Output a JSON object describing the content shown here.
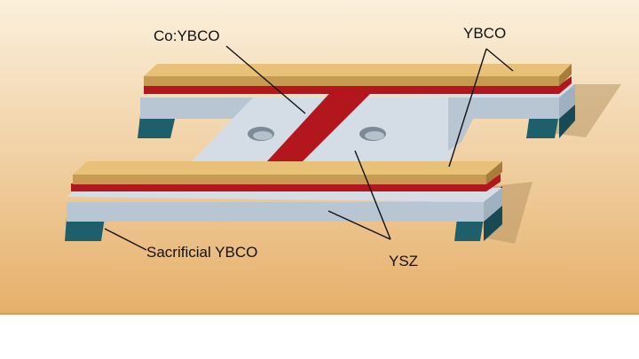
{
  "labels": {
    "co_ybco": "Co:YBCO",
    "ybco": "YBCO",
    "sacrificial_ybco": "Sacrificial YBCO",
    "ysz": "YSZ"
  },
  "colors": {
    "background_top": "#fbf0dc",
    "background_bottom": "#e6b06a",
    "gold_top": "#e8c179",
    "gold_front": "#c79a52",
    "red_layer": "#b3171d",
    "ysz_top": "#d4dde6",
    "ysz_front": "#b8c5d2",
    "teal_pad": "#1d5f6b",
    "shadow": "#b89766"
  }
}
